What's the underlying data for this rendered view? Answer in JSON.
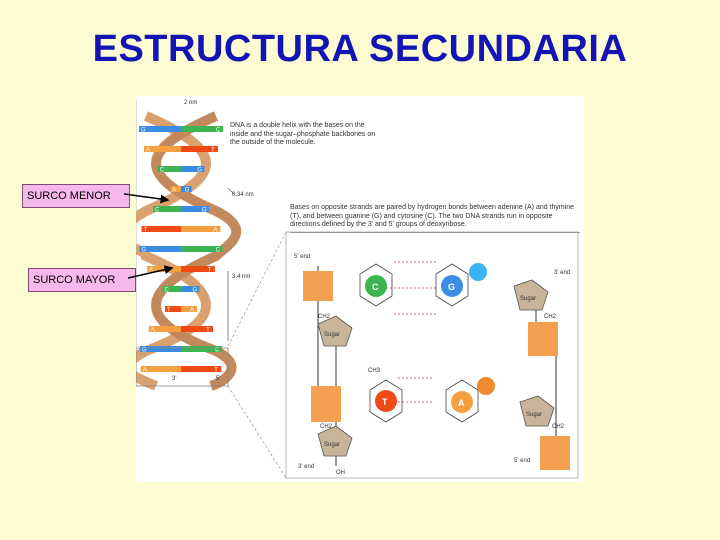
{
  "slide": {
    "title": "ESTRUCTURA SECUNDARIA",
    "label_minor": "SURCO MENOR",
    "label_major": "SURCO MAYOR"
  },
  "figure": {
    "helix_width": "2 nm",
    "rise": "0.34 nm",
    "pitch": "3.4 nm",
    "note1": "DNA is a double helix with the bases on the inside and the sugar–phosphate backbones on the outside of the molecule.",
    "note2": "Bases on opposite strands are paired by hydrogen bonds between adenine (A) and thymine (T), and between guanine (G) and cytosine (C). The two DNA strands run in opposite directions defined by the 3' and 5' groups of deoxyribose.",
    "end_5_top": "5' end",
    "end_3_top": "3' end",
    "end_3_bottom": "3' end",
    "end_5_bottom": "5' end",
    "bottom_3": "3'",
    "bottom_5": "5'",
    "base_C": "C",
    "base_G": "G",
    "base_T": "T",
    "base_A": "A",
    "sugar": "Sugar",
    "oh": "OH",
    "ch2": "CH2",
    "ch3": "CH3",
    "helix_bases": [
      "G",
      "C",
      "A",
      "T",
      "C",
      "G",
      "A",
      "G",
      "C",
      "G",
      "T",
      "A",
      "G",
      "C",
      "A",
      "T",
      "C",
      "G",
      "T",
      "A",
      "A",
      "T",
      "G",
      "C",
      "A",
      "T"
    ]
  },
  "colors": {
    "title": "#1414b4",
    "label_bg": "#f6b8ea",
    "slide_bg": "#fdfbd2",
    "backbone": "#d9a070",
    "base_C": "#3cb450",
    "base_G": "#3c8ce6",
    "base_T": "#f04a14",
    "base_A": "#f5a040",
    "phosphate": "#f5a050",
    "sugar": "#c8b49a"
  }
}
